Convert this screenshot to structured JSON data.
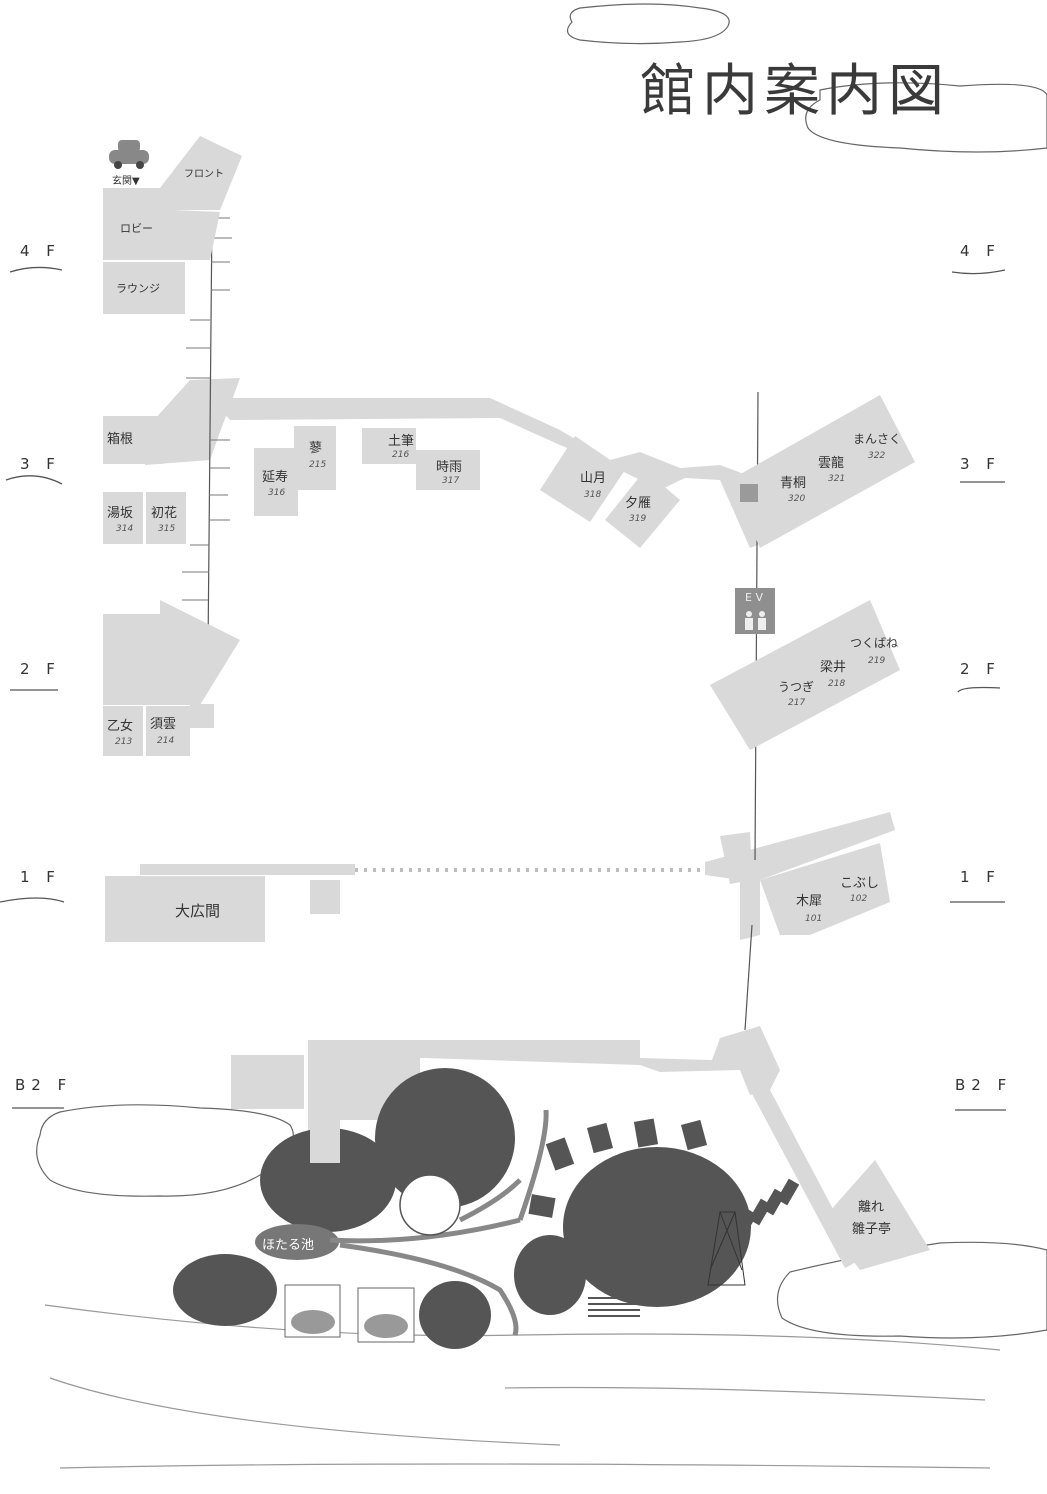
{
  "title": "館内案内図",
  "floors": {
    "left": [
      "4 F",
      "3 F",
      "2 F",
      "1 F",
      "B2 F"
    ],
    "right": [
      "4 F",
      "3 F",
      "2 F",
      "1 F",
      "B2 F"
    ]
  },
  "floor4": {
    "entrance": "玄関▼",
    "front": "フロント",
    "lobby": "ロビー",
    "lounge": "ラウンジ"
  },
  "floor3": {
    "rooms": [
      {
        "name": "箱根",
        "no": ""
      },
      {
        "name": "湯坂",
        "no": "314"
      },
      {
        "name": "初花",
        "no": "315"
      },
      {
        "name": "延寿",
        "no": "316"
      },
      {
        "name": "蓼",
        "no": "215"
      },
      {
        "name": "土筆",
        "no": "216"
      },
      {
        "name": "時雨",
        "no": "317"
      },
      {
        "name": "山月",
        "no": "318"
      },
      {
        "name": "夕雁",
        "no": "319"
      },
      {
        "name": "青桐",
        "no": "320"
      },
      {
        "name": "雲龍",
        "no": "321"
      },
      {
        "name": "まんさく",
        "no": "322"
      }
    ]
  },
  "ev": "E V",
  "floor2": {
    "rooms": [
      {
        "name": "乙女",
        "no": "213"
      },
      {
        "name": "須雲",
        "no": "214"
      },
      {
        "name": "うつぎ",
        "no": "217"
      },
      {
        "name": "梁井",
        "no": "218"
      },
      {
        "name": "つくばね",
        "no": "219"
      }
    ]
  },
  "floor1": {
    "hall": "大広間",
    "rooms": [
      {
        "name": "木犀",
        "no": "101"
      },
      {
        "name": "こぶし",
        "no": "102"
      }
    ]
  },
  "floorB2": {
    "pond": "ほたる池",
    "annex": [
      "離れ",
      "雛子亭"
    ]
  }
}
